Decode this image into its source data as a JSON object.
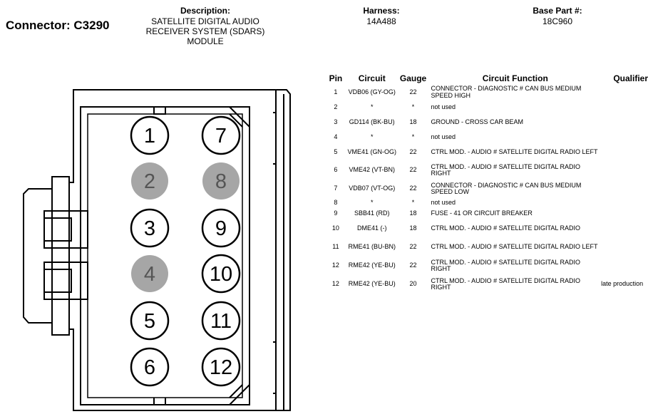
{
  "connector": {
    "title": "Connector: C3290",
    "description_label": "Description:",
    "description": [
      "SATELLITE DIGITAL AUDIO",
      "RECEIVER SYSTEM (SDARS)",
      "MODULE"
    ],
    "harness_label": "Harness:",
    "harness": "14A488",
    "base_part_label": "Base Part #:",
    "base_part": "18C960"
  },
  "table": {
    "headers": {
      "pin": "Pin",
      "circuit": "Circuit",
      "gauge": "Gauge",
      "function": "Circuit Function",
      "qualifier": "Qualifier"
    },
    "rows": [
      {
        "pin": "1",
        "circuit": "VDB06 (GY-OG)",
        "gauge": "22",
        "function": "CONNECTOR - DIAGNOSTIC # CAN BUS MEDIUM SPEED HIGH",
        "qualifier": ""
      },
      {
        "pin": "2",
        "circuit": "*",
        "gauge": "*",
        "function": "not used",
        "qualifier": ""
      },
      {
        "pin": "3",
        "circuit": "GD114 (BK-BU)",
        "gauge": "18",
        "function": "GROUND - CROSS CAR BEAM",
        "qualifier": ""
      },
      {
        "pin": "4",
        "circuit": "*",
        "gauge": "*",
        "function": "not used",
        "qualifier": ""
      },
      {
        "pin": "5",
        "circuit": "VME41 (GN-OG)",
        "gauge": "22",
        "function": "CTRL MOD. - AUDIO # SATELLITE DIGITAL RADIO LEFT",
        "qualifier": ""
      },
      {
        "pin": "6",
        "circuit": "VME42 (VT-BN)",
        "gauge": "22",
        "function": "CTRL MOD. - AUDIO # SATELLITE DIGITAL RADIO RIGHT",
        "qualifier": ""
      },
      {
        "pin": "7",
        "circuit": "VDB07 (VT-OG)",
        "gauge": "22",
        "function": "CONNECTOR - DIAGNOSTIC # CAN BUS MEDIUM SPEED LOW",
        "qualifier": ""
      },
      {
        "pin": "8",
        "circuit": "*",
        "gauge": "*",
        "function": "not used",
        "qualifier": ""
      },
      {
        "pin": "9",
        "circuit": "SBB41 (RD)",
        "gauge": "18",
        "function": "FUSE - 41 OR CIRCUIT BREAKER",
        "qualifier": ""
      },
      {
        "pin": "10",
        "circuit": "DME41 (-)",
        "gauge": "18",
        "function": "CTRL MOD. - AUDIO # SATELLITE DIGITAL RADIO",
        "qualifier": ""
      },
      {
        "pin": "11",
        "circuit": "RME41 (BU-BN)",
        "gauge": "22",
        "function": "CTRL MOD. - AUDIO # SATELLITE DIGITAL RADIO LEFT",
        "qualifier": ""
      },
      {
        "pin": "12",
        "circuit": "RME42 (YE-BU)",
        "gauge": "22",
        "function": "CTRL MOD. - AUDIO # SATELLITE DIGITAL RADIO RIGHT",
        "qualifier": ""
      },
      {
        "pin": "12",
        "circuit": "RME42 (YE-BU)",
        "gauge": "20",
        "function": "CTRL MOD. - AUDIO # SATELLITE DIGITAL RADIO RIGHT",
        "qualifier": "late production"
      }
    ]
  },
  "diagram": {
    "pins": [
      {
        "label": "1",
        "used": true
      },
      {
        "label": "7",
        "used": true
      },
      {
        "label": "2",
        "used": false
      },
      {
        "label": "8",
        "used": false
      },
      {
        "label": "3",
        "used": true
      },
      {
        "label": "9",
        "used": true
      },
      {
        "label": "4",
        "used": false
      },
      {
        "label": "10",
        "used": true
      },
      {
        "label": "5",
        "used": true
      },
      {
        "label": "11",
        "used": true
      },
      {
        "label": "6",
        "used": true
      },
      {
        "label": "12",
        "used": true
      }
    ],
    "used_fill": "#ffffff",
    "unused_fill": "#a6a6a6",
    "unused_text": "#555555"
  }
}
